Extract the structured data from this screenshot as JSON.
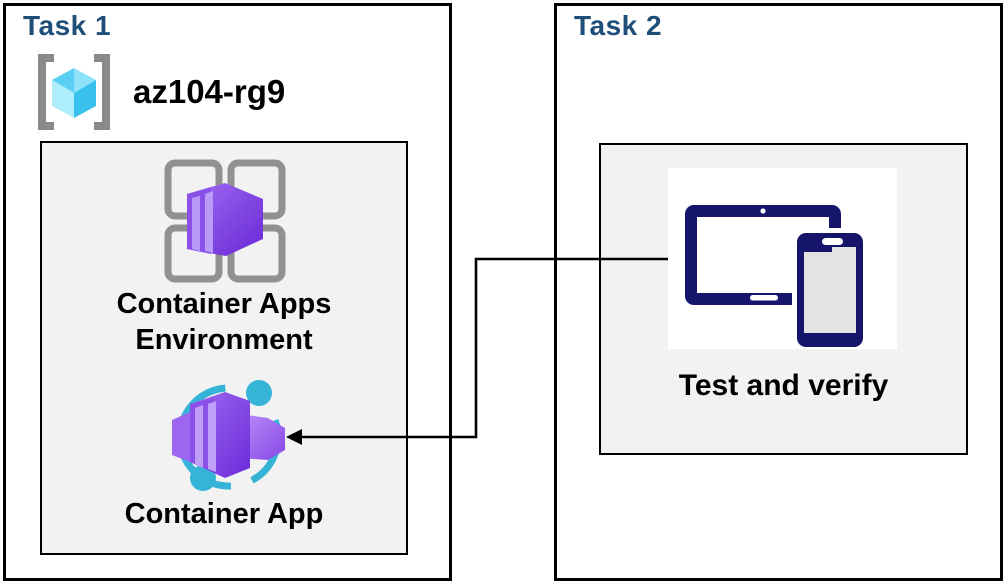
{
  "task1": {
    "title": "Task 1",
    "resource_group_name": "az104-rg9",
    "environment_label_line1": "Container Apps",
    "environment_label_line2": "Environment",
    "container_app_label": "Container App"
  },
  "task2": {
    "title": "Task 2",
    "devices_label": "Test and verify"
  },
  "connection": {
    "from": "task2-devices-icon",
    "to": "task1-container-app-icon",
    "shape": "elbow",
    "arrow_points_left": true
  },
  "icons": {
    "resource_group": "resource-group-icon",
    "environment": "container-apps-environment-icon",
    "container_app": "container-app-icon",
    "devices": "tablet-and-phone-icon"
  },
  "colors": {
    "heading_blue": "#1F4E79",
    "device_navy": "#15156B",
    "cyan_accent": "#35B4D7",
    "purple_primary": "#7C3AED",
    "purple_light": "#A97CF4",
    "gray_frame": "#919191",
    "bracket_gray": "#8A8A8A",
    "panel_fill": "#F2F2F2",
    "cube_cyan": "#41C6EE",
    "arrow_black": "#000000"
  }
}
